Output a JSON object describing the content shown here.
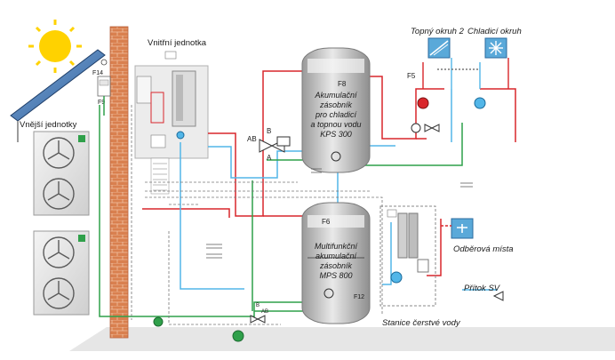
{
  "labels": {
    "outdoor_units": "Vnější jednotky",
    "indoor_unit": "Vnitřní jednotka",
    "heating_circuit": "Topný okruh 2",
    "cooling_circuit": "Chladicí okruh",
    "tap_points": "Odběrová místa",
    "cold_inlet": "Přítok SV",
    "fresh_water_station": "Stanice čerstvé vody"
  },
  "tank_kps": {
    "lines": [
      "Akumulační",
      "zásobník",
      "pro chladicí",
      "a topnou vodu",
      "KPS 300"
    ],
    "sensor": "F8"
  },
  "tank_mps": {
    "lines": [
      "Multifunkční",
      "akumulační",
      "zásobník",
      "MPS 800"
    ],
    "sensor_top": "F6",
    "sensor_bottom": "F12"
  },
  "sensors": {
    "f14": "F14",
    "f9": "F9",
    "f5": "F5"
  },
  "valve_ports": {
    "ab": "AB",
    "b": "B",
    "a": "A",
    "ab_low": "AB",
    "b_low": "B"
  },
  "colors": {
    "flow": "#d9262b",
    "return": "#52b6e8",
    "ground": "#2fa04a",
    "control": "#777777",
    "wall": "#d2734a",
    "tank": "#c9c9c9",
    "sun": "#ffd200"
  }
}
